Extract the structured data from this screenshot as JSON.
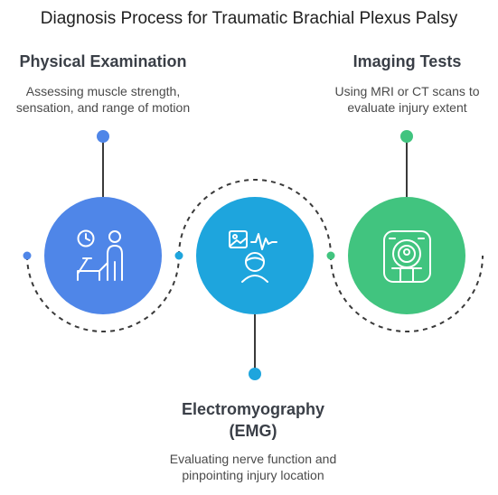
{
  "title": "Diagnosis Process for Traumatic Brachial Plexus Palsy",
  "colors": {
    "blue": "#4f86e8",
    "cyan": "#1ea5dd",
    "green": "#41c47f",
    "connector": "#3a3a3a"
  },
  "steps": [
    {
      "heading": "Physical Examination",
      "description_lines": [
        "Assessing muscle strength,",
        "sensation, and range of motion"
      ],
      "icon": "clock-person-on-bed-icon"
    },
    {
      "heading_lines": [
        "Electromyography",
        "(EMG)"
      ],
      "description_lines": [
        "Evaluating nerve function and",
        "pinpointing injury location"
      ],
      "icon": "image-waveform-face-icon"
    },
    {
      "heading": "Imaging Tests",
      "description_lines": [
        "Using MRI or CT scans to",
        "evaluate injury extent"
      ],
      "icon": "mri-scanner-icon"
    }
  ]
}
